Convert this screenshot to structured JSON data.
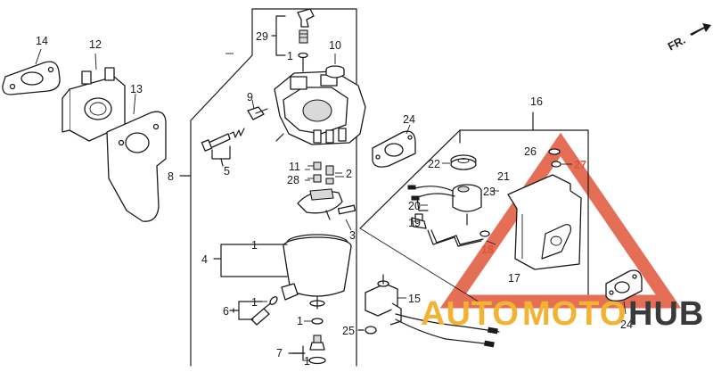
{
  "diagram": {
    "direction_label": "FR.",
    "callouts": {
      "c1_top": "1",
      "c1_mid_a": "1",
      "c1_mid_b": "1",
      "c1_low_a": "1",
      "c1_low_b": "1",
      "c2": "2",
      "c3": "3",
      "c4": "4",
      "c5": "5",
      "c6": "6",
      "c7": "7",
      "c8": "8",
      "c9": "9",
      "c10": "10",
      "c11": "11",
      "c12": "12",
      "c13": "13",
      "c14": "14",
      "c15": "15",
      "c16": "16",
      "c17": "17",
      "c18": "18",
      "c19": "19",
      "c20": "20",
      "c21": "21",
      "c22": "22",
      "c23": "23",
      "c24_top": "24",
      "c24_bottom": "24",
      "c25": "25",
      "c26": "26",
      "c27": "27",
      "c28": "28",
      "c29": "29"
    }
  },
  "watermark": {
    "part1": "AUTO",
    "part2": "MOTO",
    "part3": "HUB",
    "colors": {
      "auto": "#f2b233",
      "moto": "#f2b233",
      "hub": "#3a3a3a",
      "triangle": "#e0553a"
    }
  }
}
